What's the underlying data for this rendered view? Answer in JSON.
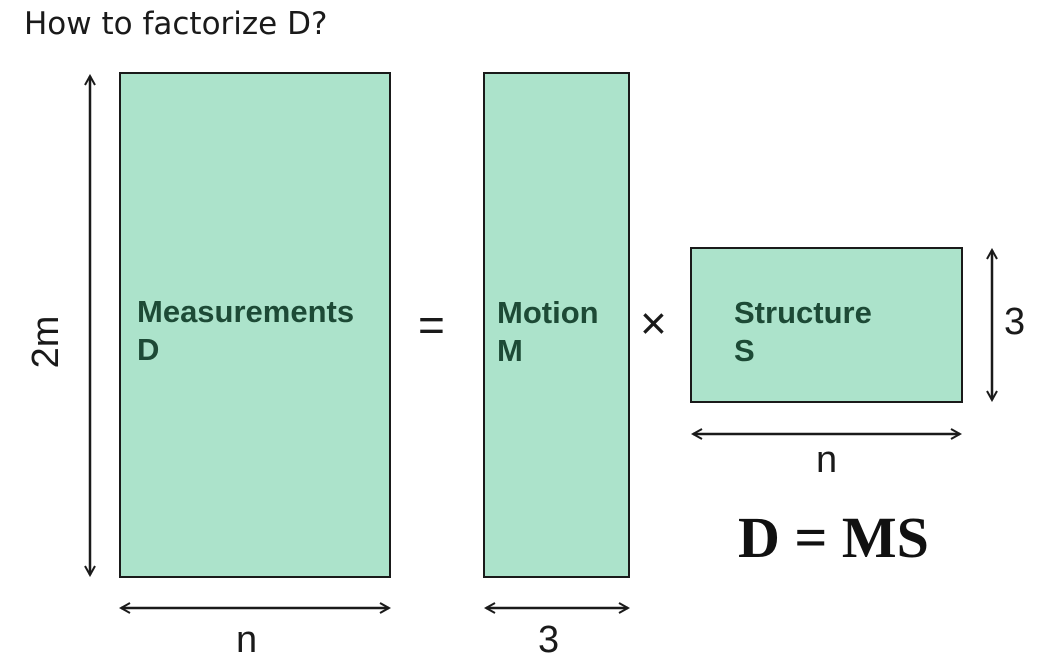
{
  "title": "How to factorize D?",
  "matrices": {
    "d": {
      "line1": "Measurements",
      "line2": "D",
      "rows_label": "2m",
      "cols_label": "n"
    },
    "m": {
      "line1": "Motion",
      "line2": "M",
      "cols_label": "3"
    },
    "s": {
      "line1": "Structure",
      "line2": "S",
      "rows_label": "3",
      "cols_label": "n"
    }
  },
  "operators": {
    "equals": "=",
    "times": "×"
  },
  "equation": "D = MS",
  "colors": {
    "matrix_fill": "#ace3cb",
    "label_text": "#1d4a36",
    "stroke": "#1a1a1a"
  }
}
